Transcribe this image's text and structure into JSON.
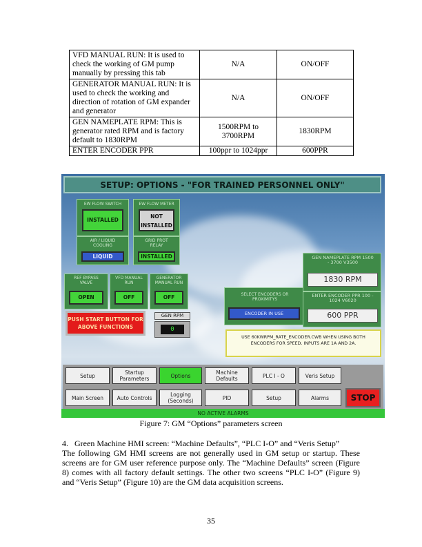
{
  "table": {
    "rows": [
      {
        "desc": "VFD MANUAL RUN: It is used to check the working of GM pump manually by pressing this tab",
        "range": "N/A",
        "default": "ON/OFF"
      },
      {
        "desc": "GENERATOR MANUAL RUN: It is used to check the working and direction of rotation of GM expander and generator",
        "range": "N/A",
        "default": "ON/OFF"
      },
      {
        "desc": "GEN NAMEPLATE RPM: This is generator rated RPM and is factory default to 1830RPM",
        "range": "1500RPM to 3700RPM",
        "default": "1830RPM"
      },
      {
        "desc": "ENTER ENCODER PPR",
        "range": "100ppr to 1024ppr",
        "default": "600PPR"
      }
    ]
  },
  "hmi": {
    "title": "SETUP:  OPTIONS - \"FOR TRAINED PERSONNEL ONLY\"",
    "ew_flow_switch": {
      "label": "EW FLOW SWITCH",
      "value": "INSTALLED"
    },
    "ew_flow_meter": {
      "label": "EW FLOW METER",
      "value": "NOT INSTALLED"
    },
    "air_liquid": {
      "label": "AIR / LIQUID COOLING",
      "value": "LIQUID"
    },
    "grid_prot": {
      "label": "GRID PROT RELAY",
      "value": "INSTALLED"
    },
    "ref_bypass": {
      "label": "REF BYPASS VALVE",
      "value": "OPEN"
    },
    "vfd_manual": {
      "label": "VFD MANUAL RUN",
      "value": "OFF"
    },
    "gen_manual": {
      "label": "GENERATOR MANUAL RUN",
      "value": "OFF"
    },
    "gen_rpm": {
      "label": "GEN RPM",
      "value": "0"
    },
    "push_start": "PUSH START BUTTON FOR ABOVE FUNCTIONS",
    "select_encoders": {
      "label": "SELECT ENCODERS OR PROXIMITYS",
      "value": "ENCODER IN USE"
    },
    "nameplate_rpm": {
      "label": "GEN NAMEPLATE RPM 1500 - 3700 V3500",
      "value": "1830 RPM"
    },
    "encoder_ppr": {
      "label": "ENTER ENCODER PPR 100 - 1024 V6020",
      "value": "600 PPR"
    },
    "note": "USE 60KWRPM_RATE_ENCODER.CWB WHEN USING BOTH ENCODERS FOR SPEED. INPUTS ARE 1A  AND 2A.",
    "nav_row1": [
      "Setup",
      "Startup Parameters",
      "Options",
      "Machine Defaults",
      "PLC I - O",
      "Veris Setup"
    ],
    "nav_row2": [
      "Main Screen",
      "Auto Controls",
      "Logging (Seconds)",
      "PID",
      "Setup",
      "Alarms"
    ],
    "stop": "STOP",
    "status": "NO ACTIVE ALARMS"
  },
  "caption": "Figure 7: GM “Options” parameters screen",
  "section_heading": "4.   Green Machine HMI screen: “Machine Defaults”, “PLC I-O” and “Veris Setup”",
  "paragraph": "The following GM HMI screens are not generally used in GM setup or startup. These screens are for GM user reference purpose only. The “Machine Defaults” screen (Figure 8) comes with all factory default settings. The other two screens “PLC I-O” (Figure 9) and “Veris Setup” (Figure 10) are the GM data acquisition screens.",
  "page_number": "35"
}
